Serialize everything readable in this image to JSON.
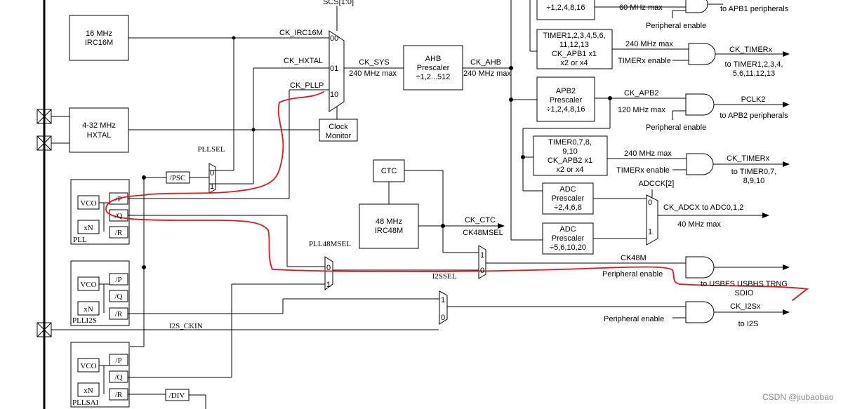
{
  "blocks": {
    "scs": "SCS[1:0]",
    "irc16m": [
      "16 MHz",
      "IRC16M"
    ],
    "hxtal": [
      "4-32 MHz",
      "HXTAL"
    ],
    "ahb": [
      "AHB",
      "Prescaler",
      "÷1,2...512"
    ],
    "clock_monitor": [
      "Clock",
      "Monitor"
    ],
    "apb1_prescaler_tail": "÷1,2,4,8,16",
    "timer_apb1": [
      "TIMER1,2,3,4,5,6,",
      "11,12,13",
      "CK_APB1 x1",
      "x2 or x4"
    ],
    "apb2": [
      "APB2",
      "Prescaler",
      "÷1,2,4,8,16"
    ],
    "timer_apb2": [
      "TIMER0,7,8,",
      "9,10",
      "CK_APB2 x1",
      "x2 or x4"
    ],
    "adc1": [
      "ADC",
      "Prescaler",
      "÷2,4,6,8"
    ],
    "adc2": [
      "ADC",
      "Prescaler",
      "÷5,6,10,20"
    ],
    "ctc": "CTC",
    "irc48m": [
      "48 MHz",
      "IRC48M"
    ],
    "psc": "/PSC",
    "div": "/DIV",
    "pll": "PLL",
    "plli2s": "PLLI2S",
    "pllsai": "PLLSAI",
    "vco": "VCO",
    "xn": "xN",
    "p": "/P",
    "q": "/Q",
    "r": "/R"
  },
  "selectors": {
    "pllsel": "PLLSEL",
    "pll48msel": "PLL48MSEL",
    "ck48msel": "CK48MSEL",
    "i2ssel": "I2SSEL",
    "adcck": "ADCCK[2]"
  },
  "mux_inputs": {
    "scs": [
      "00",
      "01",
      "10"
    ],
    "pllsel": [
      "0",
      "1"
    ],
    "pll48msel": [
      "0",
      "1"
    ],
    "ck48msel": [
      "1",
      "0"
    ],
    "i2ssel": [
      "1",
      "0"
    ],
    "adcck": [
      "0",
      "1"
    ]
  },
  "signals": {
    "ck_irc16m": "CK_IRC16M",
    "ck_hxtal": "CK_HXTAL",
    "ck_pllp": "CK_PLLP",
    "ck_sys": "CK_SYS",
    "ck_sys_max": "240 MHz max",
    "ck_ahb": "CK_AHB",
    "ck_ahb_max": "240 MHz max",
    "apb1_max": "60 MHz max",
    "timer1_max": "240 MHz max",
    "ck_apb2": "CK_APB2",
    "apb2_max": "120 MHz max",
    "timer2_max": "240 MHz max",
    "ck_adcx": "CK_ADCX to ADC0,1,2",
    "adc_max": "40 MHz max",
    "ck_ctc": "CK_CTC",
    "ck48m": "CK48M",
    "i2s_ckin": "I2S_CKIN"
  },
  "outputs": {
    "apb1": "to APB1 peripherals",
    "ck_timerx_1": "CK_TIMERx",
    "timer_list_1": [
      "to TIMER1,2,3,4,",
      "5,6,11,12,13"
    ],
    "pclk2": "PCLK2",
    "apb2": "to APB2 peripherals",
    "ck_timerx_2": "CK_TIMERx",
    "timer_list_2": [
      "to TIMER0,7,",
      "8,9,10"
    ],
    "usb": [
      "to USBFS USBHS TRNG",
      "SDIO"
    ],
    "ck_i2sx": "CK_I2Sx",
    "i2s": "to I2S"
  },
  "enables": {
    "peripheral": "Peripheral enable",
    "timerx": "TIMERx enable"
  },
  "colors": {
    "line": "#000000",
    "annotation": "#e8141c",
    "watermark": "#8a8a8a"
  },
  "watermark": "CSDN @jiubaobao"
}
